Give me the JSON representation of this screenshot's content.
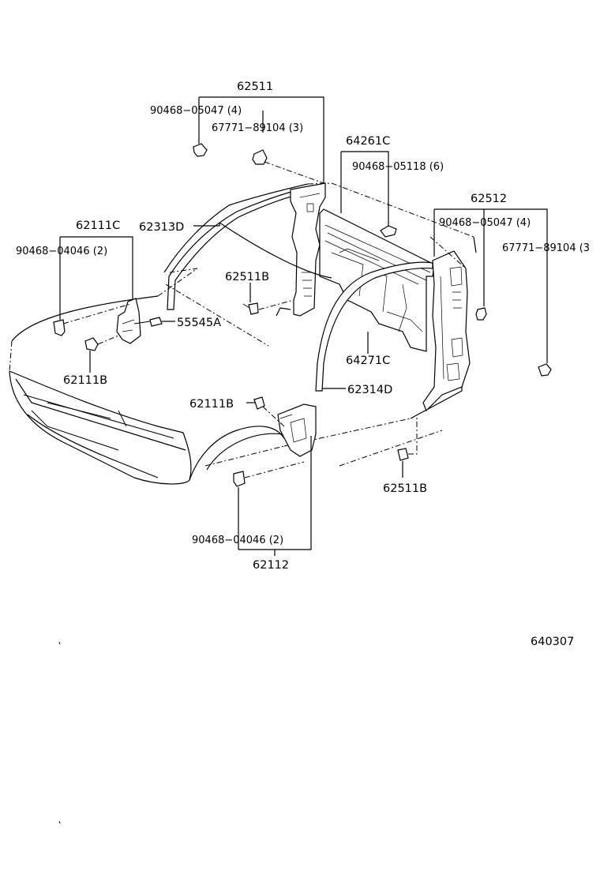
{
  "labels": {
    "p62511": "62511",
    "p90468_05047_top": "90468−05047 (4)",
    "p67771_89104_top": "67771−89104 (3)",
    "p64261c": "64261C",
    "p90468_05118": "90468−05118 (6)",
    "p62512": "62512",
    "p90468_05047_right": "90468−05047 (4)",
    "p67771_89104_right": "67771−89104 (3",
    "p62111c": "62111C",
    "p62313d": "62313D",
    "p90468_04046_left": "90468−04046 (2)",
    "p62511b_upper": "62511B",
    "p55545a": "55545A",
    "p62111b_left": "62111B",
    "p64271c": "64271C",
    "p62314d": "62314D",
    "p62111b_lower": "62111B",
    "p62511b_lower": "62511B",
    "p90468_04046_bottom": "90468−04046 (2)",
    "p62112": "62112",
    "figure_id": "640307"
  }
}
